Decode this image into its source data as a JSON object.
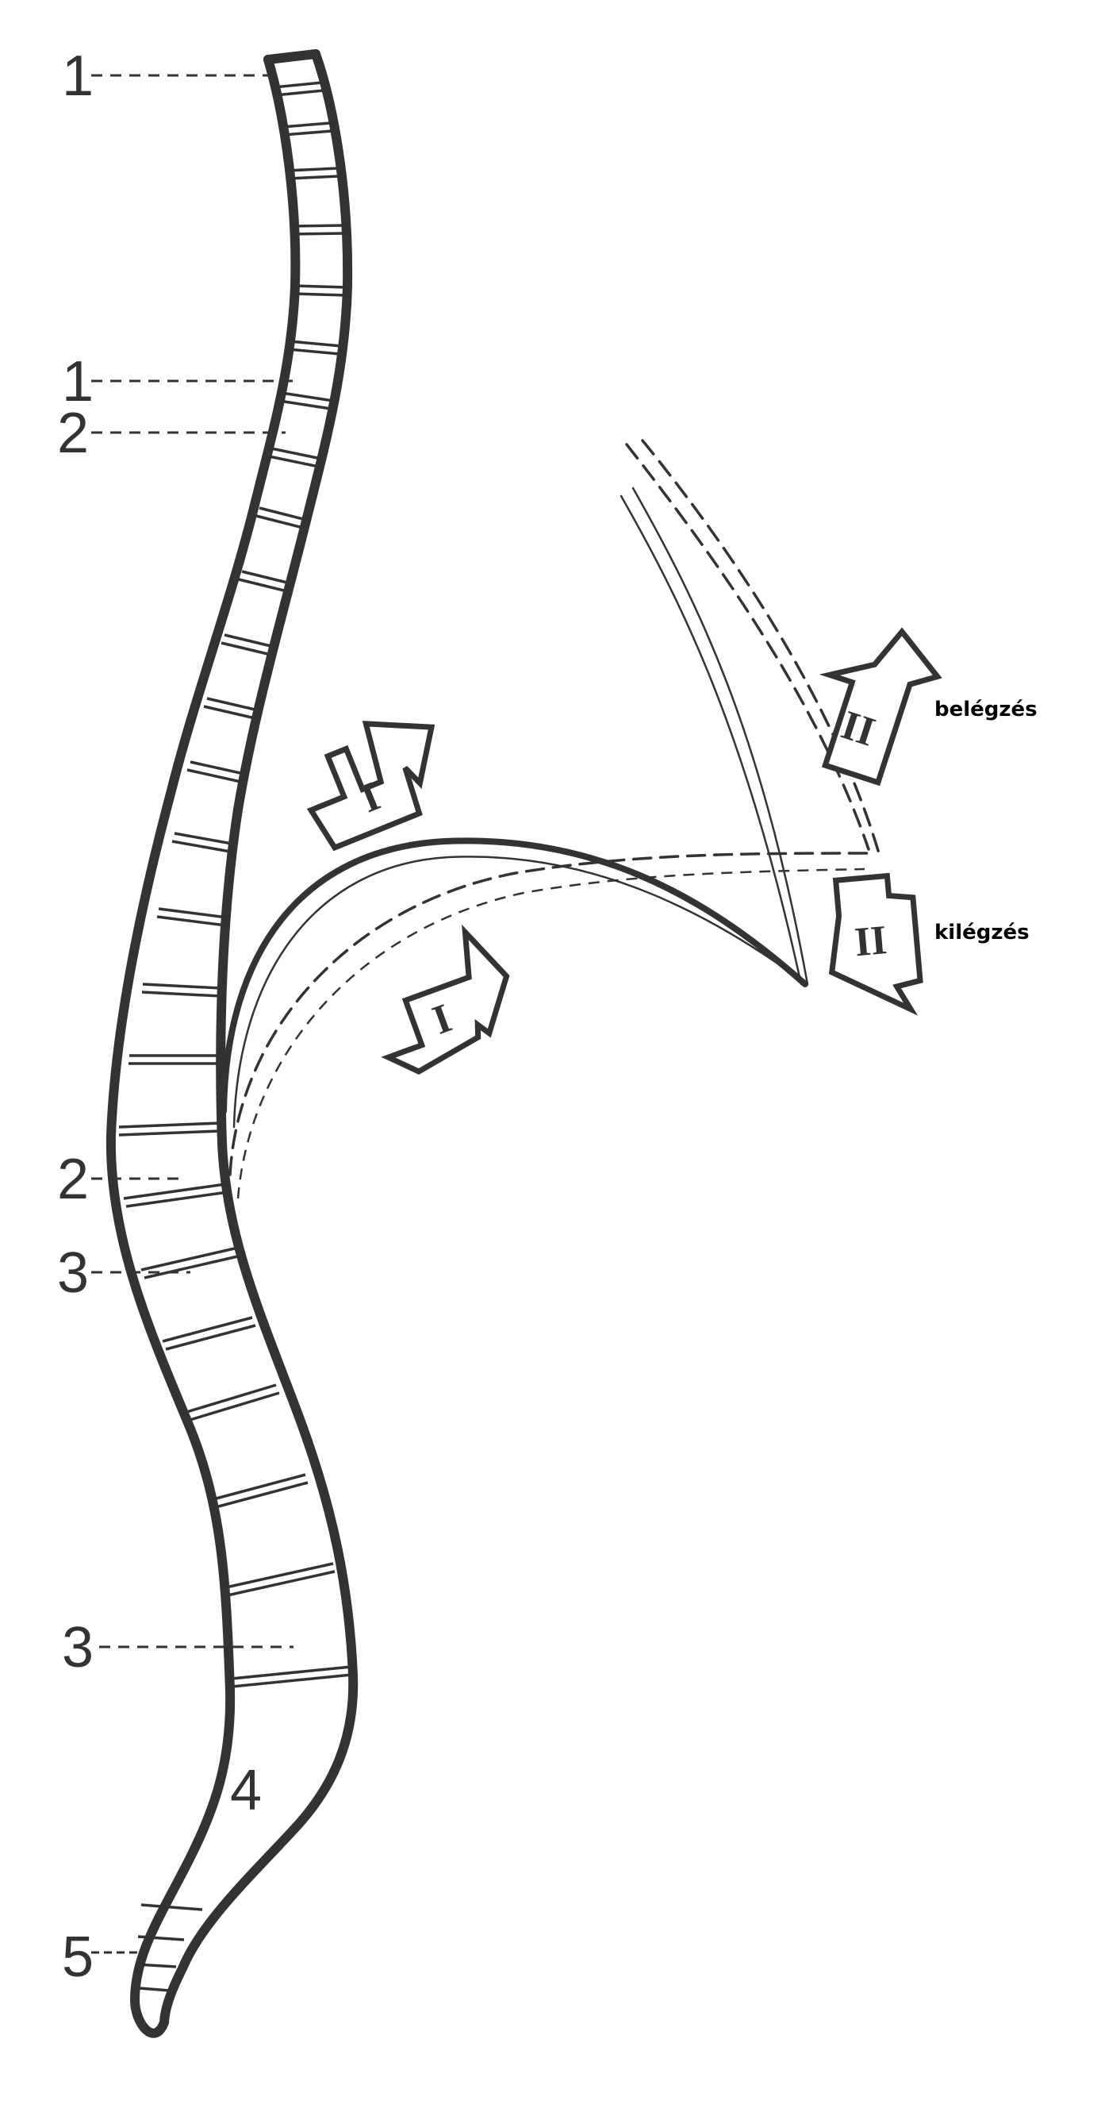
{
  "labels": {
    "one_top": "1",
    "one_mid": "1",
    "two_upper": "2",
    "two_lower": "2",
    "three_upper": "3",
    "three_lower": "3",
    "four": "4",
    "five": "5"
  },
  "arrows": {
    "arrow_one_up": "I",
    "arrow_one_down": "I",
    "arrow_two_up": "II",
    "arrow_two_down": "II"
  },
  "annotations": {
    "inhalation": "belégzés",
    "exhalation": "kilégzés"
  },
  "colors": {
    "ink": "#333333",
    "background": "#ffffff"
  }
}
